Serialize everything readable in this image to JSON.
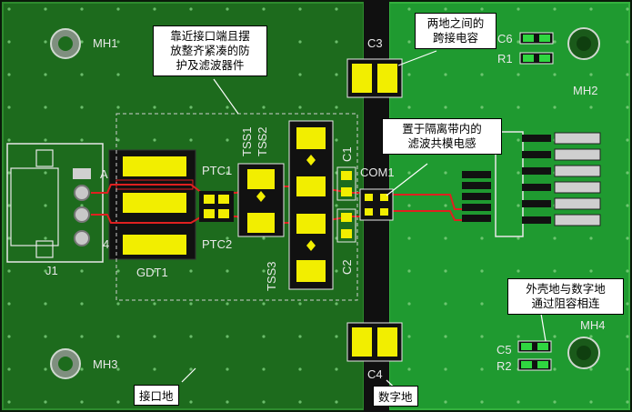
{
  "labels": {
    "mh1": "MH1",
    "mh2": "MH2",
    "mh3": "MH3",
    "mh4": "MH4",
    "c1": "C1",
    "c2": "C2",
    "c3": "C3",
    "c4": "C4",
    "c5": "C5",
    "c6": "C6",
    "r1": "R1",
    "r2": "R2",
    "j1": "J1",
    "gdt1": "GDT1",
    "ptc1": "PTC1",
    "ptc2": "PTC2",
    "tss1": "TSS1",
    "tss2": "TSS2",
    "tss3": "TSS3",
    "com1": "COM1",
    "pin_a": "A",
    "pin_4": "4"
  },
  "callouts": {
    "protection": [
      "靠近接口端且摆",
      "放整齐紧凑的防",
      "护及滤波器件"
    ],
    "bridge_cap": [
      "两地之间的",
      "跨接电容"
    ],
    "common_mode": [
      "置于隔离带内的",
      "滤波共模电感"
    ],
    "shell_ground": [
      "外壳地与数字地",
      "通过阻容相连"
    ]
  },
  "zones": {
    "interface_ground": "接口地",
    "digital_ground": "数字地"
  },
  "colors": {
    "left_plane": "#1d6b1d",
    "right_plane": "#1f9a30",
    "isolation_gap": "#101010",
    "pad": "#f2ee00",
    "trace": "#e02020",
    "silk": "#e8e8e8"
  }
}
